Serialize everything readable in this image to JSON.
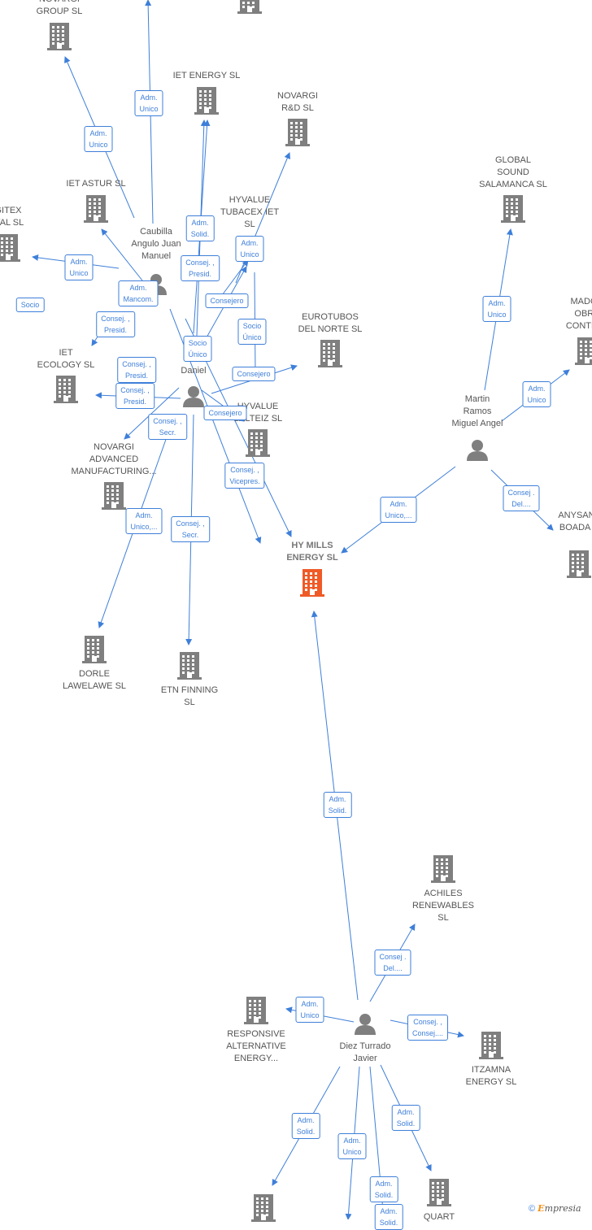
{
  "colors": {
    "company": "#7f7f7f",
    "focus_company": "#ef5a27",
    "person": "#7f7f7f",
    "link": "#3e7fd9"
  },
  "companies": [
    {
      "name": "NOVARGI GROUP SL",
      "label": [
        "NOVARGI",
        "GROUP  SL"
      ],
      "icon": "building-icon"
    },
    {
      "name": "IET ENERGY SL",
      "label": [
        "IET ENERGY  SL"
      ],
      "icon": "building-icon"
    },
    {
      "name": "NOVARGI R&D SL",
      "label": [
        "NOVARGI",
        "R&D  SL"
      ],
      "icon": "building-icon"
    },
    {
      "name": "IET ASTUR SL",
      "label": [
        "IET ASTUR  SL"
      ],
      "icon": "building-icon"
    },
    {
      "name": "GITEX ITAL SL",
      "label": [
        "GITEX",
        "ITAL  SL"
      ],
      "icon": "building-icon"
    },
    {
      "name": "HYVALUE TUBACEX IET SL",
      "label": [
        "HYVALUE",
        "TUBACEX IET",
        "SL"
      ],
      "icon": "building-icon"
    },
    {
      "name": "GLOBAL SOUND SALAMANCA SL",
      "label": [
        "GLOBAL",
        "SOUND",
        "SALAMANCA SL"
      ],
      "icon": "building-icon"
    },
    {
      "name": "MADOC OBRA CONTRAT",
      "label": [
        "MADOC",
        "OBRA",
        "CONTRAT"
      ],
      "icon": "building-icon"
    },
    {
      "name": "EUROTUBOS DEL NORTE SL",
      "label": [
        "EUROTUBOS",
        "DEL NORTE  SL"
      ],
      "icon": "building-icon"
    },
    {
      "name": "IET ECOLOGY SL",
      "label": [
        "IET",
        "ECOLOGY  SL"
      ],
      "icon": "building-icon"
    },
    {
      "name": "HYVALUE SALTEIZ SL",
      "label": [
        "HYVALUE",
        "SALTEIZ  SL"
      ],
      "icon": "building-icon"
    },
    {
      "name": "NOVARGI ADVANCED MANUFACTURING...",
      "label": [
        "NOVARGI",
        "ADVANCED",
        "MANUFACTURING..."
      ],
      "icon": "building-icon"
    },
    {
      "name": "HY MILLS ENERGY SL",
      "label": [
        "HY MILLS",
        "ENERGY  SL"
      ],
      "icon": "building-icon",
      "focus": true
    },
    {
      "name": "ANYSAN BOADA S",
      "label": [
        "ANYSAN I",
        "BOADA S"
      ],
      "icon": "building-icon"
    },
    {
      "name": "DORLE LAWELAWE SL",
      "label": [
        "DORLE",
        "LAWELAWE  SL"
      ],
      "icon": "building-icon"
    },
    {
      "name": "ETN FINNING SL",
      "label": [
        "ETN FINNING",
        "SL"
      ],
      "icon": "building-icon"
    },
    {
      "name": "ACHILES RENEWABLES SL",
      "label": [
        "ACHILES",
        "RENEWABLES",
        "SL"
      ],
      "icon": "building-icon"
    },
    {
      "name": "RESPONSIVE ALTERNATIVE ENERGY...",
      "label": [
        "RESPONSIVE",
        "ALTERNATIVE",
        "ENERGY..."
      ],
      "icon": "building-icon"
    },
    {
      "name": "ITZAMNA ENERGY SL",
      "label": [
        "ITZAMNA",
        "ENERGY  SL"
      ],
      "icon": "building-icon"
    },
    {
      "name": "QUART",
      "label": [
        "QUART"
      ],
      "icon": "building-icon"
    },
    {
      "name": "unnamed-bottom",
      "label": [],
      "icon": "building-icon"
    }
  ],
  "people": [
    {
      "name": "Caubilla Angulo Juan Manuel",
      "label": [
        "Caubilla",
        "Angulo Juan",
        "Manuel"
      ],
      "icon": "person-icon"
    },
    {
      "name": "Daniel",
      "label": [
        "Daniel"
      ],
      "icon": "person-icon"
    },
    {
      "name": "Martin Ramos Miguel Angel",
      "label": [
        "Martin",
        "Ramos",
        "Miguel Angel"
      ],
      "icon": "person-icon"
    },
    {
      "name": "Diez Turrado Javier",
      "label": [
        "Diez Turrado",
        "Javier"
      ],
      "icon": "person-icon"
    }
  ],
  "relations": [
    [
      "Adm.",
      "Unico"
    ],
    [
      "Adm.",
      "Unico"
    ],
    [
      "Adm.",
      "Solid."
    ],
    [
      "Consej. ,",
      "Presid."
    ],
    [
      "Adm.",
      "Unico"
    ],
    [
      "Adm.",
      "Unico"
    ],
    [
      "Adm.",
      "Mancom."
    ],
    [
      "Consejero"
    ],
    [
      "Socio",
      "Único"
    ],
    [
      "Consej. ,",
      "Presid."
    ],
    [
      "Socio",
      "Único"
    ],
    [
      "Consej. ,",
      "Presid."
    ],
    [
      "Consej. ,",
      "Presid."
    ],
    [
      "Consejero"
    ],
    [
      "Consej. ,",
      "Secr."
    ],
    [
      "Consejero"
    ],
    [
      "Consej. ,",
      "Secr."
    ],
    [
      "Consej. ,",
      "Vicepres."
    ],
    [
      "Adm.",
      "Unico,..."
    ],
    [
      "Adm.",
      "Unico"
    ],
    [
      "Adm.",
      "Unico"
    ],
    [
      "Adm.",
      "Unico,..."
    ],
    [
      "Consej .",
      "Del...."
    ],
    [
      "Adm.",
      "Solid."
    ],
    [
      "Consej .",
      "Del...."
    ],
    [
      "Adm.",
      "Unico"
    ],
    [
      "Consej. ,",
      "Consej...."
    ],
    [
      "Adm.",
      "Solid."
    ],
    [
      "Adm.",
      "Unico"
    ],
    [
      "Adm.",
      "Solid."
    ],
    [
      "Adm.",
      "Solid."
    ],
    [
      "Adm.",
      "Solid."
    ],
    [
      "Socio"
    ]
  ],
  "footer": {
    "copyright": "©",
    "brand_initial": "E",
    "brand_rest": "mpresia"
  }
}
